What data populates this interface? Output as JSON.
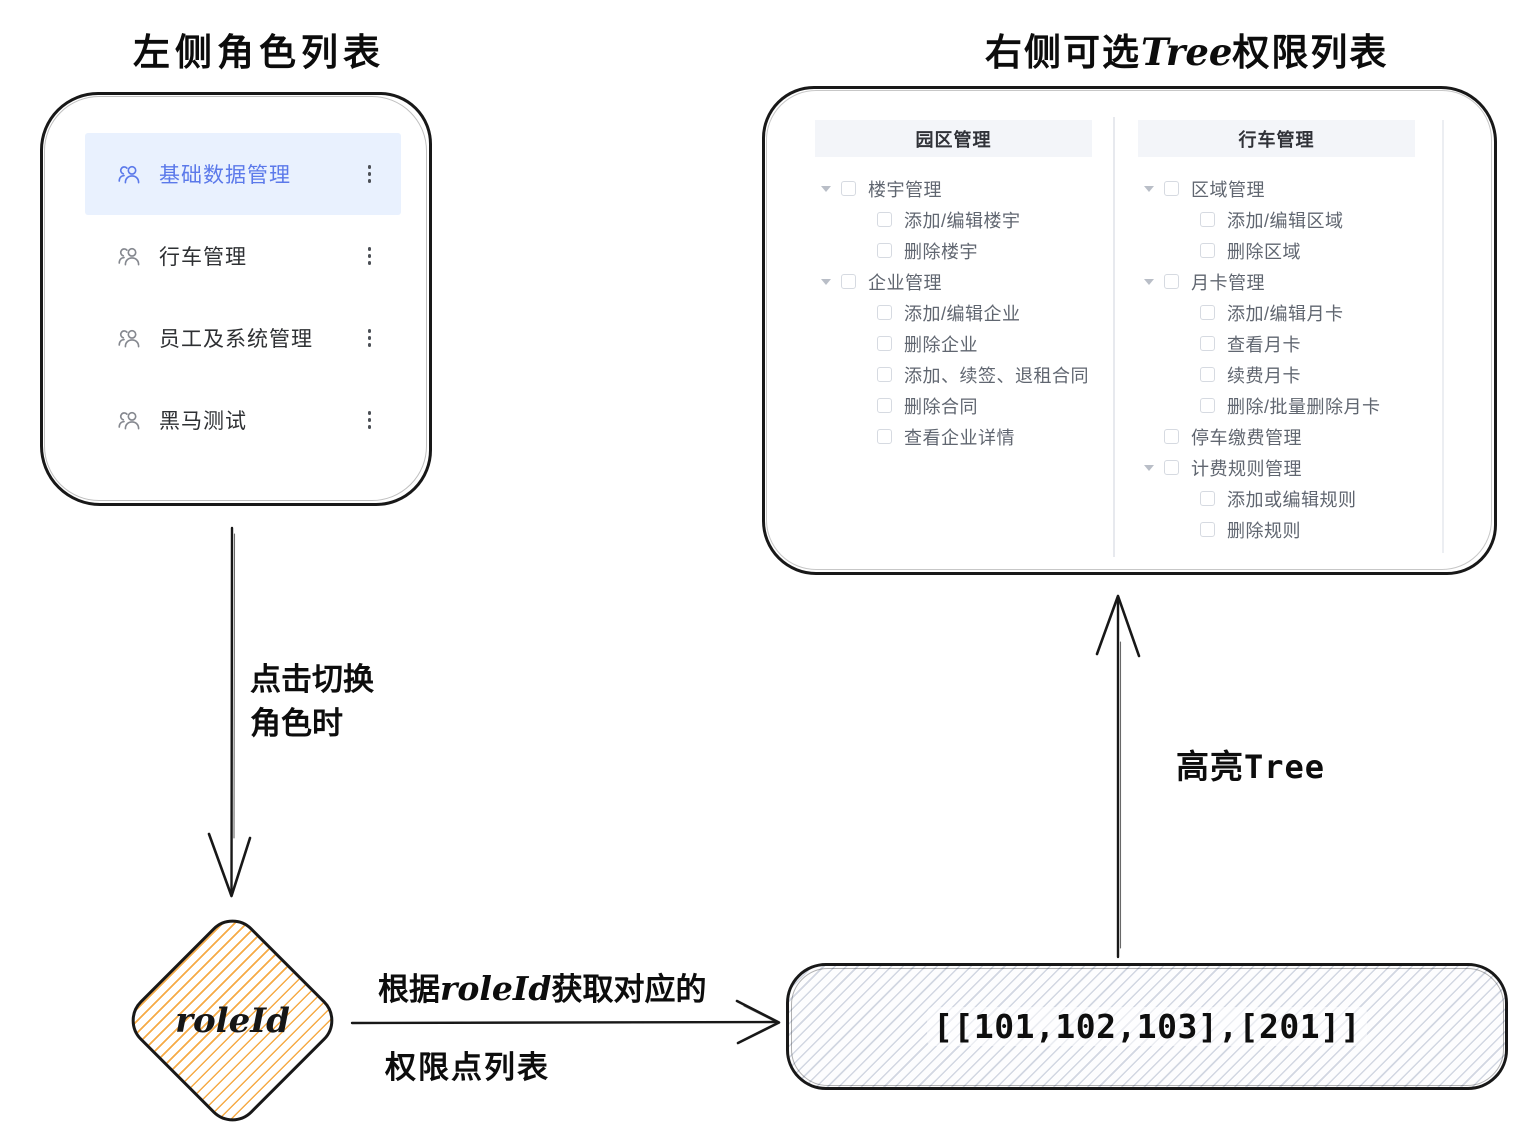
{
  "left_panel": {
    "title": "左侧角色列表",
    "roles": [
      {
        "label": "基础数据管理",
        "active": true
      },
      {
        "label": "行车管理",
        "active": false
      },
      {
        "label": "员工及系统管理",
        "active": false
      },
      {
        "label": "黑马测试",
        "active": false
      }
    ]
  },
  "right_panel": {
    "title_parts": [
      "右侧可选",
      "Tree",
      "权限列表"
    ],
    "columns": [
      {
        "header": "园区管理",
        "items": [
          {
            "label": "楼宇管理",
            "level": 0,
            "expandable": true
          },
          {
            "label": "添加/编辑楼宇",
            "level": 1
          },
          {
            "label": "删除楼宇",
            "level": 1
          },
          {
            "label": "企业管理",
            "level": 0,
            "expandable": true
          },
          {
            "label": "添加/编辑企业",
            "level": 1
          },
          {
            "label": "删除企业",
            "level": 1
          },
          {
            "label": "添加、续签、退租合同",
            "level": 1
          },
          {
            "label": "删除合同",
            "level": 1
          },
          {
            "label": "查看企业详情",
            "level": 1
          }
        ]
      },
      {
        "header": "行车管理",
        "items": [
          {
            "label": "区域管理",
            "level": 0,
            "expandable": true
          },
          {
            "label": "添加/编辑区域",
            "level": 1
          },
          {
            "label": "删除区域",
            "level": 1
          },
          {
            "label": "月卡管理",
            "level": 0,
            "expandable": true
          },
          {
            "label": "添加/编辑月卡",
            "level": 1
          },
          {
            "label": "查看月卡",
            "level": 1
          },
          {
            "label": "续费月卡",
            "level": 1
          },
          {
            "label": "删除/批量删除月卡",
            "level": 1
          },
          {
            "label": "停车缴费管理",
            "level": 0,
            "expandable": false
          },
          {
            "label": "计费规则管理",
            "level": 0,
            "expandable": true
          },
          {
            "label": "添加或编辑规则",
            "level": 1
          },
          {
            "label": "删除规则",
            "level": 1
          }
        ]
      }
    ]
  },
  "flow": {
    "click_label_line1": "点击切换",
    "click_label_line2": "角色时",
    "diamond_label": "roleId",
    "fetch_above_parts": [
      "根据",
      "roleId",
      "获取对应的"
    ],
    "fetch_below": "权限点列表",
    "result_value": "[[101,102,103],[201]]",
    "highlight_parts": [
      "高亮",
      "Tree"
    ]
  },
  "icons": {
    "role": "team-icon",
    "menu": "kebab-menu-icon",
    "expand": "caret-down-icon"
  },
  "colors": {
    "accent_blue": "#5b79ea",
    "active_row_bg": "#e9f1fe",
    "diamond_hatch": "#f5a63c",
    "result_hatch": "#96a2ba",
    "tree_header_bg": "#f3f5f9",
    "tree_text": "#606670",
    "ink": "#181818"
  }
}
